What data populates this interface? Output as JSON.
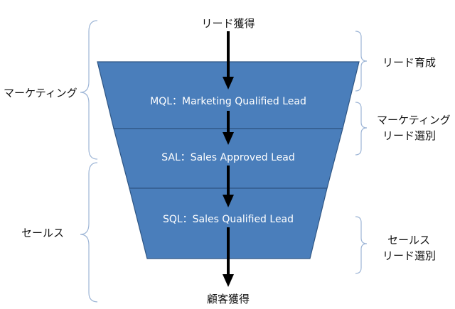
{
  "flow": {
    "start_label": "リード獲得",
    "end_label": "顧客獲得"
  },
  "funnel": {
    "fill_color": "#4A7EBB",
    "border_color": "#2F5684",
    "stages": [
      {
        "label": "MQL：Marketing Qualified Lead"
      },
      {
        "label": "SAL：Sales Approved Lead"
      },
      {
        "label": "SQL：Sales Qualified Lead"
      }
    ]
  },
  "left_groups": [
    {
      "label": "マーケティング"
    },
    {
      "label": "セールス"
    }
  ],
  "right_groups": [
    {
      "lines": [
        "リード育成"
      ]
    },
    {
      "lines": [
        "マーケティング",
        "リード選別"
      ]
    },
    {
      "lines": [
        "セールス",
        "リード選別"
      ]
    }
  ],
  "colors": {
    "bracket": "#9DB5D6",
    "arrow": "#000000",
    "text": "#111111"
  }
}
